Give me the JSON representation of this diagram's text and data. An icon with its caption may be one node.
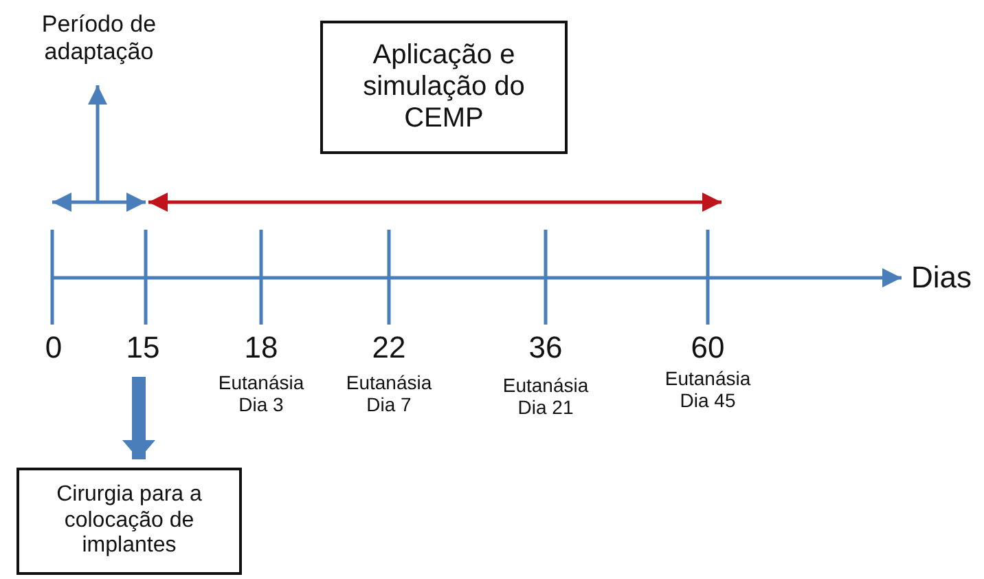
{
  "diagram": {
    "nodes": [
      {
        "text": [
          "Período de adaptação"
        ]
      },
      {
        "text": [
          "Aplicação e simulação do CEMP"
        ]
      },
      {
        "text": [
          "15"
        ]
      },
      {
        "text": [
          "Cirurgia para a colocação de implantes"
        ]
      }
    ],
    "edges": [
      {
        "from": null,
        "to": 0,
        "arrow": "to"
      },
      {
        "from": 2,
        "to": 3,
        "arrow": "to",
        "style": "thick"
      }
    ],
    "labels": [
      "Dias",
      "0",
      "18",
      "22",
      "36",
      "60",
      "Eutanásia Dia 3",
      "Eutanásia Dia 7",
      "Eutanásia Dia 21",
      "Eutanásia Dia 45"
    ]
  }
}
